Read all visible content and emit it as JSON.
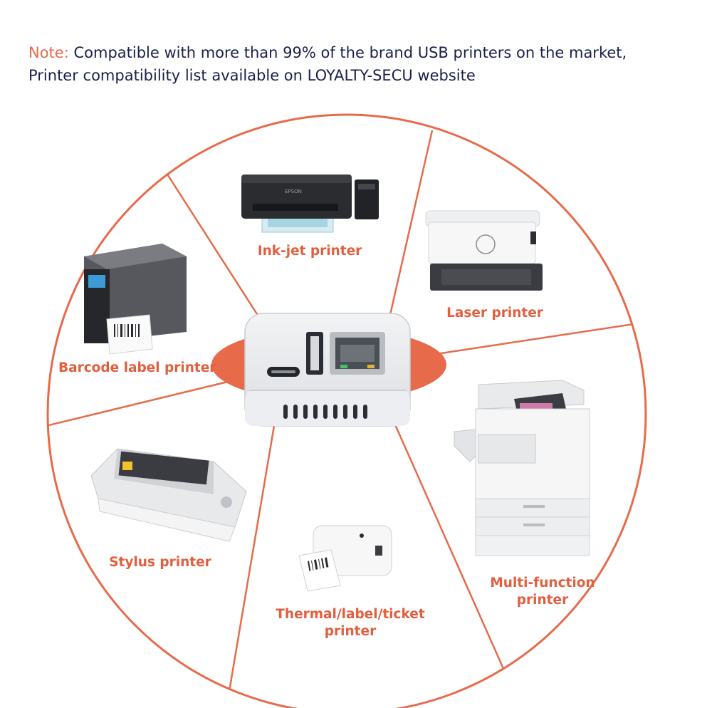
{
  "note": {
    "lead": "Note:",
    "line1": " Compatible with more than 99% of the brand USB printers on the market,",
    "line2": "Printer compatibility list available on LOYALTY-SECU website"
  },
  "printers": {
    "inkjet": {
      "label": "Ink-jet printer",
      "brand": "EPSON"
    },
    "laser": {
      "label": "Laser printer"
    },
    "barcode": {
      "label": "Barcode label printer"
    },
    "stylus": {
      "label": "Stylus printer"
    },
    "thermal": {
      "line1": "Thermal/label/ticket",
      "line2": "printer"
    },
    "multifunction": {
      "line1": "Multi-function",
      "line2": "printer"
    }
  },
  "colors": {
    "accent": "#e76b4b",
    "text_dark": "#1b1f4a",
    "label": "#e35e3d"
  },
  "icons": [
    "inkjet-printer-icon",
    "laser-printer-icon",
    "barcode-printer-icon",
    "stylus-printer-icon",
    "thermal-printer-icon",
    "multifunction-printer-icon",
    "print-server-device-icon",
    "hp-logo-icon"
  ]
}
